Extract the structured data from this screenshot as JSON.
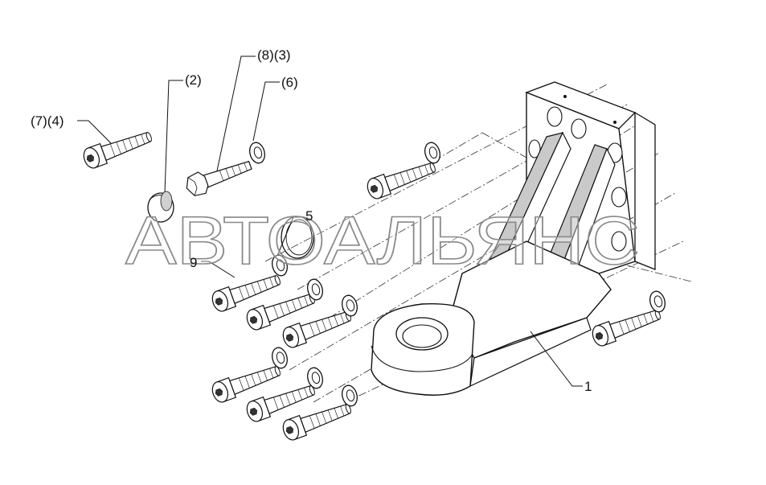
{
  "watermark": {
    "text": "АВТОАЛЬЯНС"
  },
  "labels": {
    "l74": "(7)(4)",
    "l2": "(2)",
    "l83": "(8)(3)",
    "l6": "(6)",
    "l5": "5",
    "l9": "9",
    "l1": "1"
  },
  "colors": {
    "line": "#111111",
    "shade": "#c9c9c9",
    "watermark_stroke": "#8a8a8a"
  }
}
